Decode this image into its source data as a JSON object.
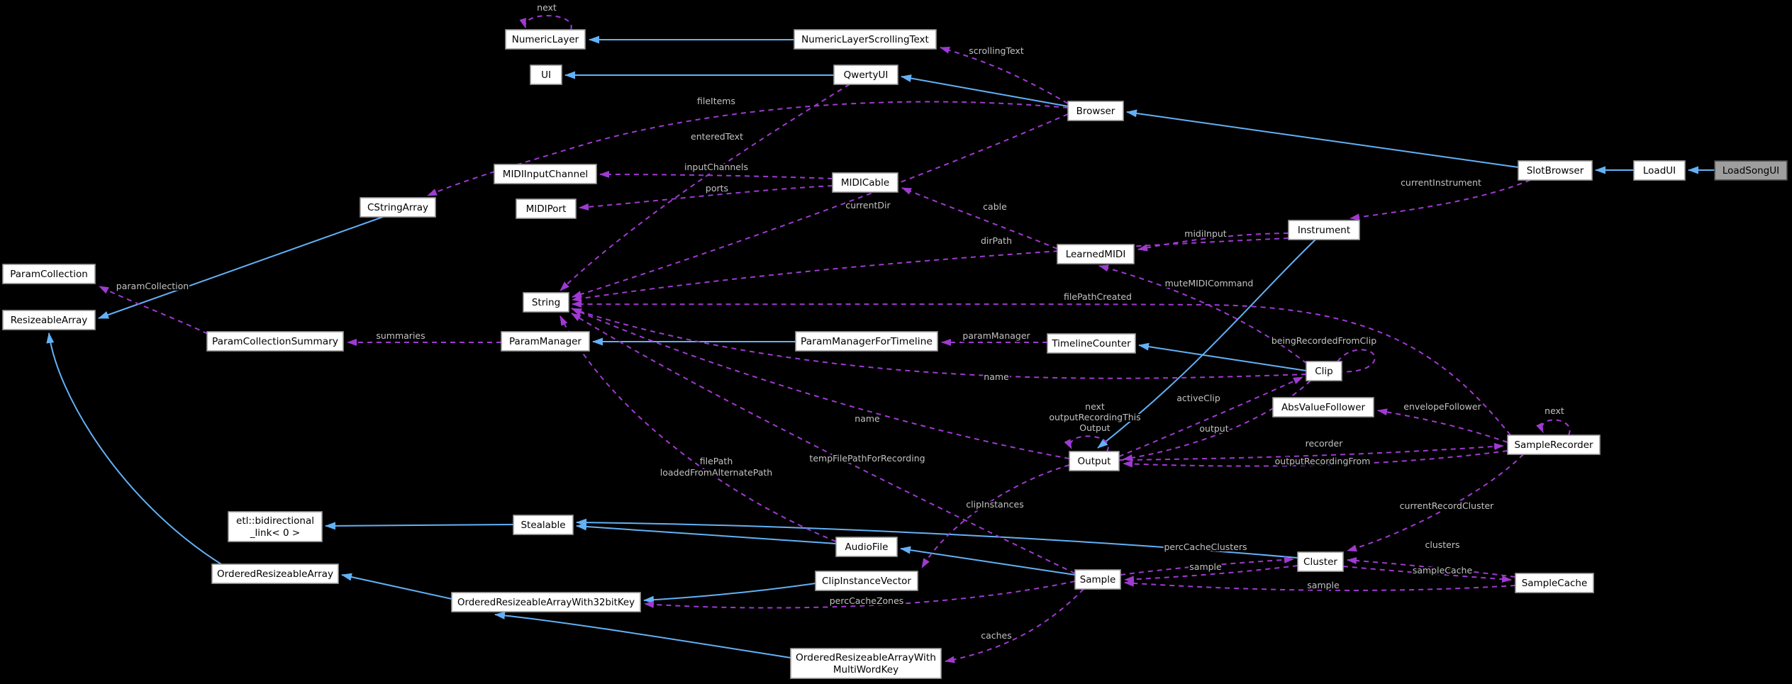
{
  "diagram_title": "LoadSongUI collaboration graph",
  "colors": {
    "background": "#000000",
    "node_fill": "#ffffff",
    "node_border": "#9c9c9c",
    "node_text": "#000000",
    "focus_fill": "#9e9e9e",
    "focus_border": "#4a4a4a",
    "inheritance": "#63b1f7",
    "usage": "#a03ad2",
    "label_text": "#c2c2c2"
  },
  "nodes": {
    "numericLayer": {
      "label": "NumericLayer"
    },
    "numericLayerScrollingText": {
      "label": "NumericLayerScrollingText"
    },
    "ui": {
      "label": "UI"
    },
    "qwertyUI": {
      "label": "QwertyUI"
    },
    "browser": {
      "label": "Browser"
    },
    "slotBrowser": {
      "label": "SlotBrowser"
    },
    "loadUI": {
      "label": "LoadUI"
    },
    "loadSongUI": {
      "label": "LoadSongUI"
    },
    "cStringArray": {
      "label": "CStringArray"
    },
    "midiInputChannel": {
      "label": "MIDIInputChannel"
    },
    "midiPort": {
      "label": "MIDIPort"
    },
    "midiCable": {
      "label": "MIDICable"
    },
    "learnedMIDI": {
      "label": "LearnedMIDI"
    },
    "instrument": {
      "label": "Instrument"
    },
    "string": {
      "label": "String"
    },
    "paramCollection": {
      "label": "ParamCollection"
    },
    "resizeableArray": {
      "label": "ResizeableArray"
    },
    "paramCollectionSummary": {
      "label": "ParamCollectionSummary"
    },
    "paramManager": {
      "label": "ParamManager"
    },
    "paramManagerForTimeline": {
      "label": "ParamManagerForTimeline"
    },
    "timelineCounter": {
      "label": "TimelineCounter"
    },
    "clip": {
      "label": "Clip"
    },
    "absValueFollower": {
      "label": "AbsValueFollower"
    },
    "output": {
      "label": "Output"
    },
    "sampleRecorder": {
      "label": "SampleRecorder"
    },
    "etlBidirectionalLink": {
      "label_lines": [
        "etl::bidirectional",
        "_link< 0 >"
      ]
    },
    "stealable": {
      "label": "Stealable"
    },
    "audioFile": {
      "label": "AudioFile"
    },
    "clipInstanceVector": {
      "label": "ClipInstanceVector"
    },
    "sample": {
      "label": "Sample"
    },
    "cluster": {
      "label": "Cluster"
    },
    "sampleCache": {
      "label": "SampleCache"
    },
    "orderedResizeableArray": {
      "label": "OrderedResizeableArray"
    },
    "orderedResizeableArrayWith32bitKey": {
      "label": "OrderedResizeableArrayWith32bitKey"
    },
    "orderedResizeableArrayWithMultiWordKey": {
      "label_lines": [
        "OrderedResizeableArrayWith",
        "MultiWordKey"
      ]
    }
  },
  "edges": {
    "b1": {
      "type": "inheritance",
      "from": "NumericLayerScrollingText",
      "to": "NumericLayer",
      "label": ""
    },
    "b2": {
      "type": "inheritance",
      "from": "QwertyUI",
      "to": "UI",
      "label": ""
    },
    "b3": {
      "type": "inheritance",
      "from": "Browser",
      "to": "QwertyUI",
      "label": ""
    },
    "b4": {
      "type": "inheritance",
      "from": "SlotBrowser",
      "to": "Browser",
      "label": ""
    },
    "b5": {
      "type": "inheritance",
      "from": "LoadUI",
      "to": "SlotBrowser",
      "label": ""
    },
    "b6": {
      "type": "inheritance",
      "from": "LoadSongUI",
      "to": "LoadUI",
      "label": ""
    },
    "b7": {
      "type": "inheritance",
      "from": "CStringArray",
      "to": "ResizeableArray",
      "label": ""
    },
    "b8": {
      "type": "inheritance",
      "from": "ParamManagerForTimeline",
      "to": "ParamManager",
      "label": ""
    },
    "b9": {
      "type": "inheritance",
      "from": "Clip",
      "to": "TimelineCounter",
      "label": ""
    },
    "b10": {
      "type": "inheritance",
      "from": "Instrument",
      "to": "Output",
      "label": ""
    },
    "b11": {
      "type": "inheritance",
      "from": "Sample",
      "to": "AudioFile",
      "label": ""
    },
    "b12": {
      "type": "inheritance",
      "from": "AudioFile",
      "to": "Stealable",
      "label": ""
    },
    "b13": {
      "type": "inheritance",
      "from": "Cluster",
      "to": "Stealable",
      "label": ""
    },
    "b14": {
      "type": "inheritance",
      "from": "Stealable",
      "to": "etl::bidirectional_link< 0 >",
      "label": ""
    },
    "b15": {
      "type": "inheritance",
      "from": "OrderedResizeableArray",
      "to": "ResizeableArray",
      "label": ""
    },
    "b16": {
      "type": "inheritance",
      "from": "OrderedResizeableArrayWith32bitKey",
      "to": "OrderedResizeableArray",
      "label": ""
    },
    "b17": {
      "type": "inheritance",
      "from": "ClipInstanceVector",
      "to": "OrderedResizeableArrayWith32bitKey",
      "label": ""
    },
    "b18": {
      "type": "inheritance",
      "from": "OrderedResizeableArrayWithMultiWordKey",
      "to": "OrderedResizeableArrayWith32bitKey",
      "label": ""
    },
    "u1": {
      "type": "usage",
      "from": "NumericLayer",
      "to": "NumericLayer",
      "label": "next"
    },
    "u2": {
      "type": "usage",
      "from": "Browser",
      "to": "NumericLayerScrollingText",
      "label": "scrollingText"
    },
    "u3": {
      "type": "usage",
      "from": "Browser",
      "to": "CStringArray",
      "label": "fileItems"
    },
    "u4": {
      "type": "usage",
      "from": "QwertyUI",
      "to": "String",
      "label": "enteredText"
    },
    "u5": {
      "type": "usage",
      "from": "Browser",
      "to": "String",
      "label": "currentDir"
    },
    "u6": {
      "type": "usage",
      "from": "MIDICable",
      "to": "MIDIInputChannel",
      "label": "inputChannels"
    },
    "u7": {
      "type": "usage",
      "from": "MIDICable",
      "to": "MIDIPort",
      "label": "ports"
    },
    "u8": {
      "type": "usage",
      "from": "LearnedMIDI",
      "to": "MIDICable",
      "label": "cable"
    },
    "u9": {
      "type": "usage",
      "from": "Instrument",
      "to": "LearnedMIDI",
      "label": "midiInput"
    },
    "u10": {
      "type": "usage",
      "from": "Instrument",
      "to": "String",
      "label": "dirPath"
    },
    "u11": {
      "type": "usage",
      "from": "SlotBrowser",
      "to": "Instrument",
      "label": "currentInstrument"
    },
    "u12": {
      "type": "usage",
      "from": "Clip",
      "to": "LearnedMIDI",
      "label": "muteMIDICommand"
    },
    "u13": {
      "type": "usage",
      "from": "SampleRecorder",
      "to": "String",
      "label": "filePathCreated"
    },
    "u14": {
      "type": "usage",
      "from": "TimelineCounter",
      "to": "ParamManagerForTimeline",
      "label": "paramManager"
    },
    "u15": {
      "type": "usage",
      "from": "ParamManager",
      "to": "ParamCollectionSummary",
      "label": "summaries"
    },
    "u16": {
      "type": "usage",
      "from": "ParamCollectionSummary",
      "to": "ParamCollection",
      "label": "paramCollection"
    },
    "u17": {
      "type": "usage",
      "from": "Clip",
      "to": "String",
      "label": "name"
    },
    "u18": {
      "type": "usage",
      "from": "Output",
      "to": "String",
      "label": "name"
    },
    "u19": {
      "type": "usage",
      "from": "Clip",
      "to": "Clip",
      "label": "beingRecordedFromClip"
    },
    "u20": {
      "type": "usage",
      "from": "Output",
      "to": "Clip",
      "label": "activeClip"
    },
    "u21": {
      "type": "usage",
      "from": "Clip",
      "to": "Output",
      "label": "output"
    },
    "u22": {
      "type": "usage",
      "from": "Output",
      "to": "Output",
      "label": "next outputRecordingThisOutput",
      "label_lines": [
        "next",
        "outputRecordingThis",
        "Output"
      ]
    },
    "u23": {
      "type": "usage",
      "from": "SampleRecorder",
      "to": "AbsValueFollower",
      "label": "envelopeFollower"
    },
    "u24": {
      "type": "usage",
      "from": "Output",
      "to": "SampleRecorder",
      "label": "recorder"
    },
    "u25": {
      "type": "usage",
      "from": "SampleRecorder",
      "to": "Output",
      "label": "outputRecordingFrom"
    },
    "u26": {
      "type": "usage",
      "from": "SampleRecorder",
      "to": "SampleRecorder",
      "label": "next"
    },
    "u27": {
      "type": "usage",
      "from": "Sample",
      "to": "String",
      "label": "tempFilePathForRecording"
    },
    "u28": {
      "type": "usage",
      "from": "AudioFile",
      "to": "String",
      "label": "filePath loadedFromAlternatePath",
      "label_lines": [
        "filePath",
        "loadedFromAlternatePath"
      ]
    },
    "u29": {
      "type": "usage",
      "from": "Output",
      "to": "ClipInstanceVector",
      "label": "clipInstances"
    },
    "u30": {
      "type": "usage",
      "from": "SampleRecorder",
      "to": "Cluster",
      "label": "currentRecordCluster"
    },
    "u31": {
      "type": "usage",
      "from": "Sample",
      "to": "Cluster",
      "label": "percCacheClusters"
    },
    "u32": {
      "type": "usage",
      "from": "SampleCache",
      "to": "Cluster",
      "label": "clusters"
    },
    "u33": {
      "type": "usage",
      "from": "Cluster",
      "to": "SampleCache",
      "label": "sampleCache"
    },
    "u34": {
      "type": "usage",
      "from": "Cluster",
      "to": "Sample",
      "label": "sample"
    },
    "u35": {
      "type": "usage",
      "from": "SampleCache",
      "to": "Sample",
      "label": "sample"
    },
    "u36": {
      "type": "usage",
      "from": "Sample",
      "to": "OrderedResizeableArrayWith32bitKey",
      "label": "percCacheZones"
    },
    "u37": {
      "type": "usage",
      "from": "Sample",
      "to": "OrderedResizeableArrayWithMultiWordKey",
      "label": "caches"
    }
  }
}
